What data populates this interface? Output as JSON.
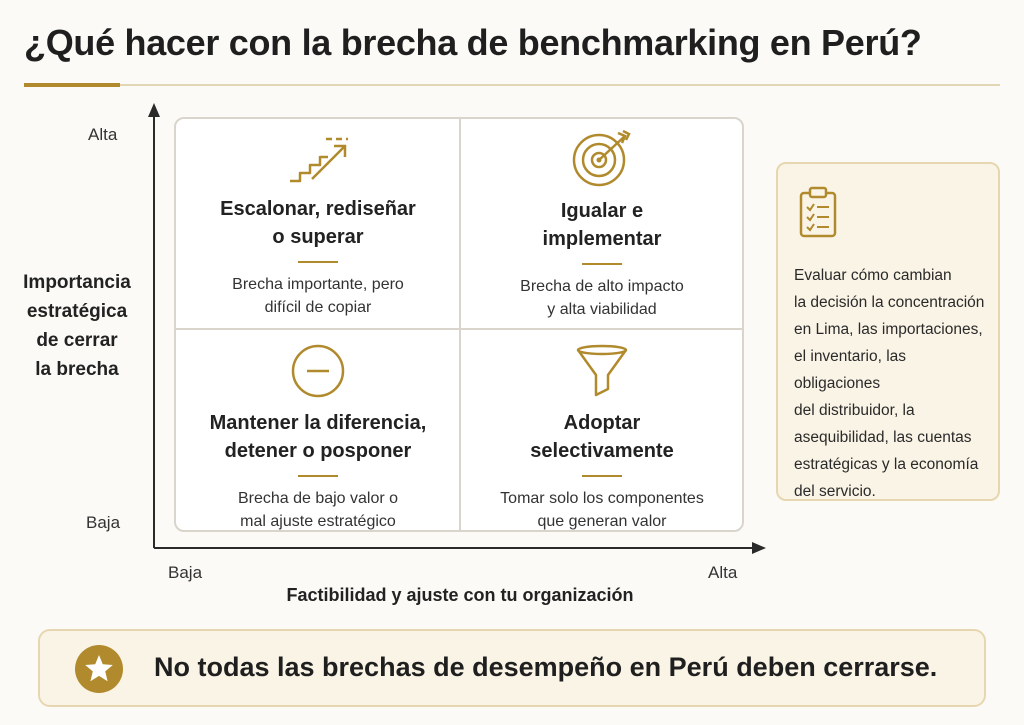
{
  "title": "¿Qué hacer con la brecha de benchmarking en Perú?",
  "y_axis": {
    "title_lines": [
      "Importancia",
      "estratégica",
      "de cerrar",
      "la brecha"
    ],
    "high": "Alta",
    "low": "Baja"
  },
  "x_axis": {
    "title": "Factibilidad y ajuste con tu organización",
    "low": "Baja",
    "high": "Alta"
  },
  "quadrants": {
    "top_left": {
      "icon": "stairs-arrow-icon",
      "title_lines": [
        "Escalonar, rediseñar",
        "o superar"
      ],
      "desc_lines": [
        "Brecha importante, pero",
        "difícil de copiar"
      ]
    },
    "top_right": {
      "icon": "target-icon",
      "title_lines": [
        "Igualar e",
        "implementar"
      ],
      "desc_lines": [
        "Brecha de alto impacto",
        "y alta viabilidad"
      ]
    },
    "bottom_left": {
      "icon": "minus-circle-icon",
      "title_lines": [
        "Mantener la diferencia,",
        "detener o posponer"
      ],
      "desc_lines": [
        "Brecha de bajo valor o",
        "mal ajuste estratégico"
      ]
    },
    "bottom_right": {
      "icon": "funnel-icon",
      "title_lines": [
        "Adoptar",
        "selectivamente"
      ],
      "desc_lines": [
        "Tomar solo los componentes",
        "que generan valor"
      ]
    }
  },
  "side_note": {
    "icon": "clipboard-checklist-icon",
    "lines": [
      "Evaluar cómo cambian",
      "la decisión la concentración",
      "en Lima, las importaciones,",
      "el inventario, las obligaciones",
      "del distribuidor, la",
      "asequibilidad, las cuentas",
      "estratégicas y la economía",
      "del servicio."
    ]
  },
  "banner": {
    "icon": "star-icon",
    "text": "No todas las brechas de desempeño en Perú deben cerrarse."
  },
  "colors": {
    "accent": "#b08a2c",
    "border": "#d9d5cc",
    "card_bg": "#faf4e6"
  }
}
